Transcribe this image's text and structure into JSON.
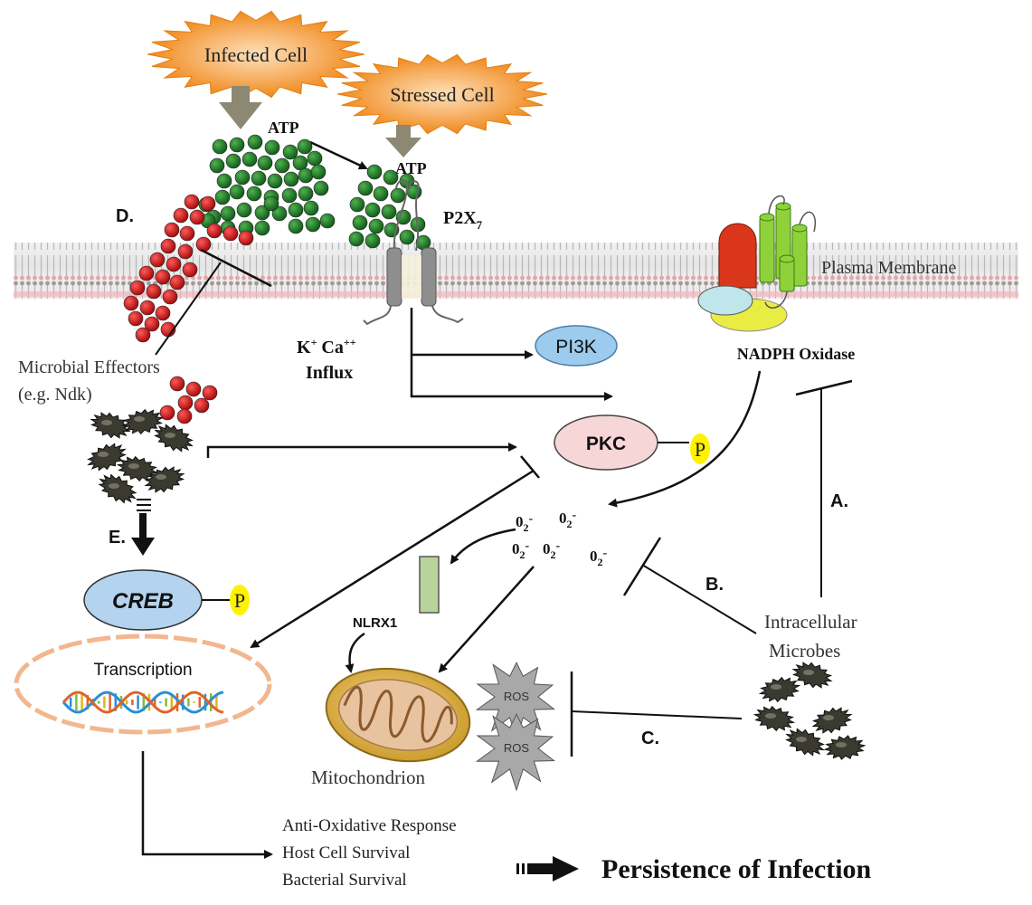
{
  "cells": {
    "infected": "Infected Cell",
    "stressed": "Stressed Cell"
  },
  "atp": {
    "label_1": "ATP",
    "label_2": "ATP"
  },
  "receptor": {
    "name": "P2X",
    "subscript": "7"
  },
  "membrane": {
    "label": "Plasma Membrane"
  },
  "ions": {
    "k": "K",
    "k_sup": "+",
    "ca": "Ca",
    "ca_sup": "++",
    "influx": "Influx"
  },
  "kinases": {
    "pi3k": "PI3K",
    "pkc": "PKC",
    "phospho": "P"
  },
  "nadph": {
    "label": "NADPH Oxidase"
  },
  "superoxide": {
    "o": "0",
    "sub": "2",
    "charge": "-"
  },
  "nlrx1": {
    "label": "NLRX1"
  },
  "creb": {
    "label": "CREB",
    "phospho": "P"
  },
  "transcription": {
    "label": "Transcription"
  },
  "mitochondrion": {
    "label": "Mitochondrion"
  },
  "ros": {
    "label_1": "ROS",
    "label_2": "ROS"
  },
  "microbial_effectors": {
    "line1": "Microbial Effectors",
    "line2": "(e.g. Ndk)"
  },
  "intracellular_microbes": {
    "line1": "Intracellular",
    "line2": "Microbes"
  },
  "markers": {
    "a": "A.",
    "b": "B.",
    "c": "C.",
    "d": "D.",
    "e": "E."
  },
  "outcomes": {
    "line1": "Anti-Oxidative Response",
    "line2": "Host Cell Survival",
    "line3": "Bacterial  Survival"
  },
  "persistence": {
    "label": "Persistence of Infection"
  },
  "colors": {
    "cell_orange": "#f4a032",
    "atp_green": "#1f7a2a",
    "effector_red": "#d81818",
    "pi3k_blue": "#9dcbee",
    "pkc_pink": "#f7d6d8",
    "creb_blue": "#b3d3ee",
    "phospho_yellow": "#fff200",
    "nlrx1_green": "#b9d49a",
    "nadph_red": "#d9361b",
    "nadph_green": "#8fd13a",
    "ros_grey": "#a8a8a8"
  }
}
